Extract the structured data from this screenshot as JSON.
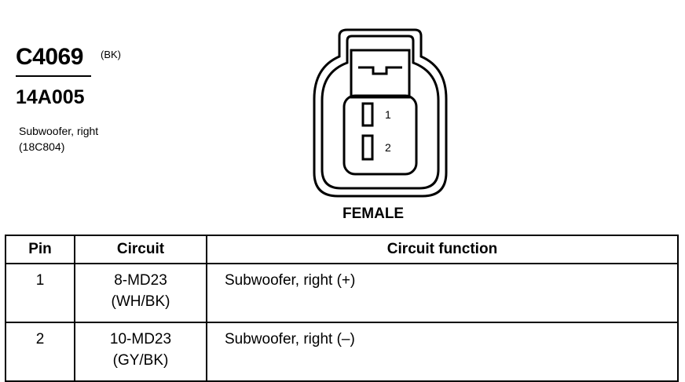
{
  "header": {
    "connector_id": "C4069",
    "color_code": "(BK)",
    "part_number": "14A005",
    "description_line1": "Subwoofer, right",
    "description_line2": "(18C804)"
  },
  "connector": {
    "pin_labels": [
      "1",
      "2"
    ],
    "gender_label": "FEMALE"
  },
  "table": {
    "headers": {
      "pin": "Pin",
      "circuit": "Circuit",
      "function": "Circuit function"
    },
    "rows": [
      {
        "pin": "1",
        "circuit": "8-MD23",
        "color": "(WH/BK)",
        "function": "Subwoofer, right  (+)"
      },
      {
        "pin": "2",
        "circuit": "10-MD23",
        "color": "(GY/BK)",
        "function": "Subwoofer, right  (–)"
      }
    ]
  }
}
